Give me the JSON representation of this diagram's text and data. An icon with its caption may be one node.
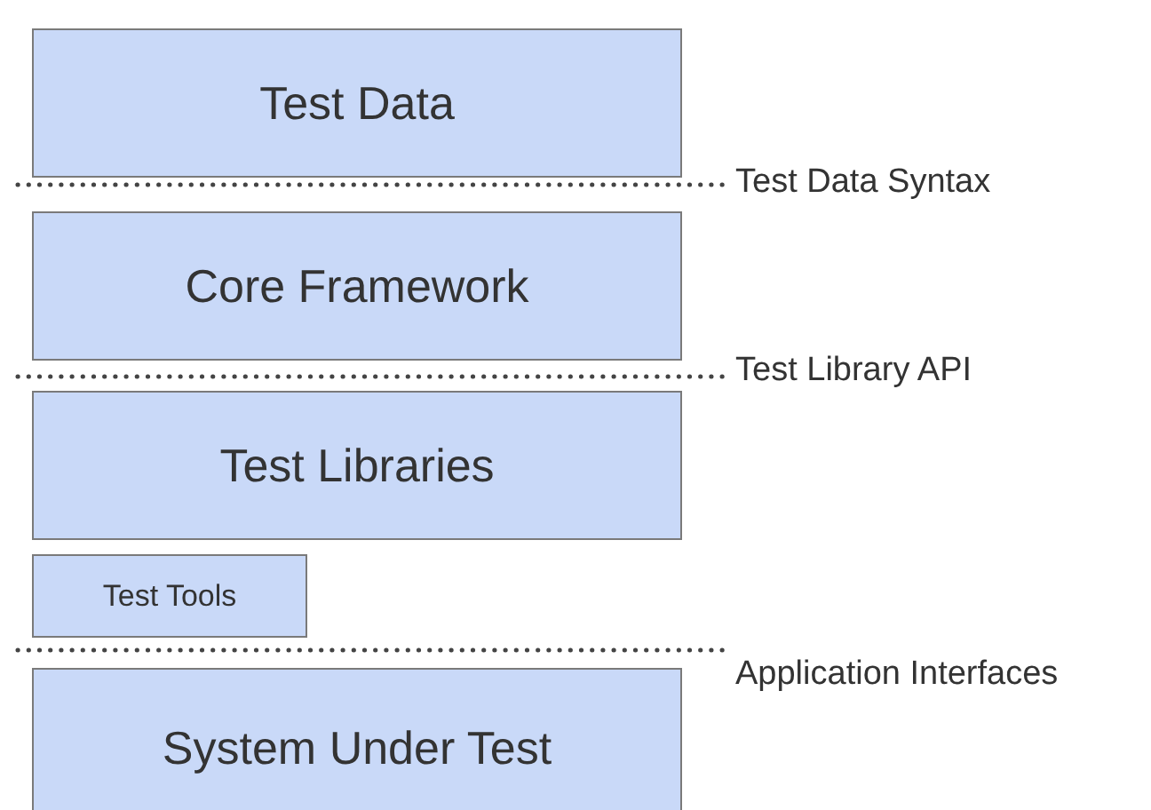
{
  "diagram": {
    "nodes": [
      {
        "text": [
          "Test Data"
        ]
      },
      {
        "text": [
          "Core Framework"
        ]
      },
      {
        "text": [
          "Test Libraries"
        ]
      },
      {
        "text": [
          "Test Tools"
        ]
      },
      {
        "text": [
          "System Under Test"
        ]
      }
    ],
    "labels": [
      "Test Data Syntax",
      "Test Library API",
      "Application Interfaces"
    ]
  }
}
